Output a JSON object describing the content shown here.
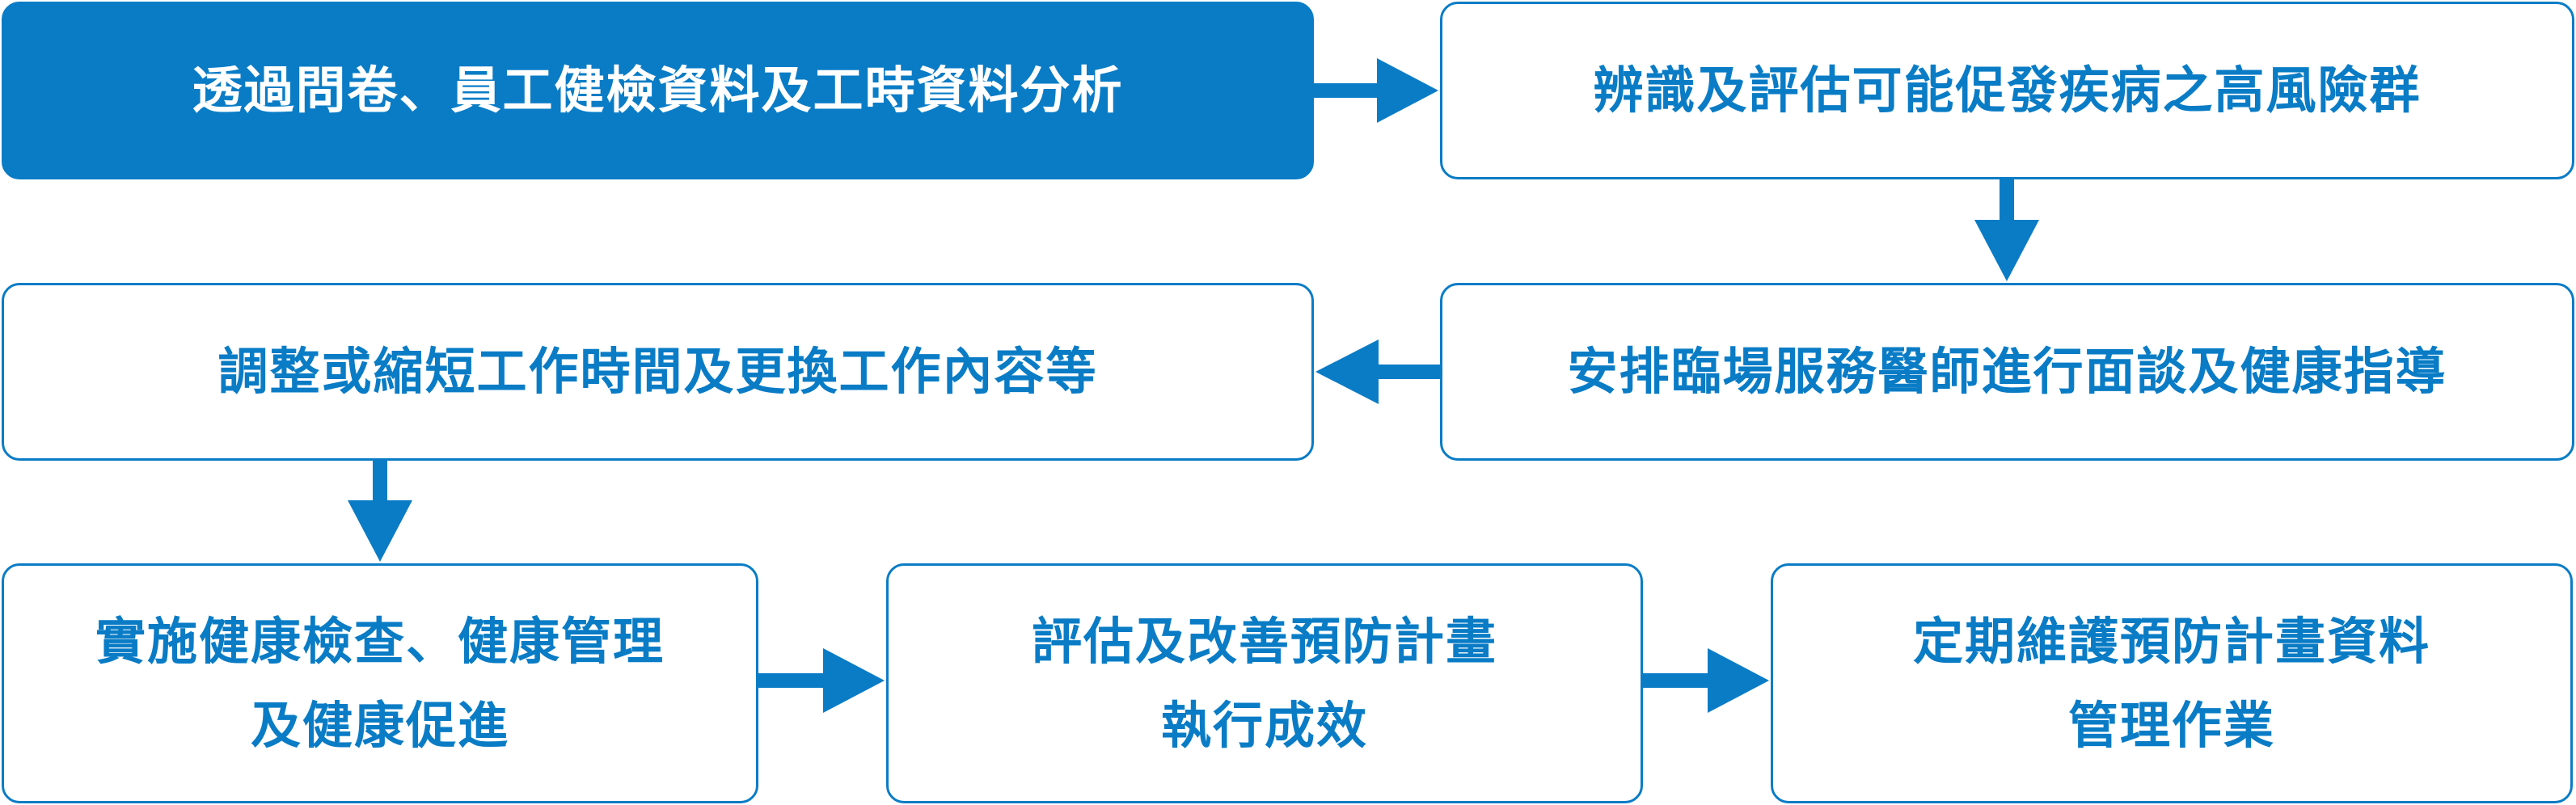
{
  "steps": {
    "s1": {
      "line1": "透過問卷、員工健檢資料及工時資料分析"
    },
    "s2": {
      "line1": "辨識及評估可能促發疾病之高風險群"
    },
    "s3": {
      "line1": "安排臨場服務醫師進行面談及健康指導"
    },
    "s4": {
      "line1": "調整或縮短工作時間及更換工作內容等"
    },
    "s5": {
      "line1": "實施健康檢查、健康管理",
      "line2": "及健康促進"
    },
    "s6": {
      "line1": "評估及改善預防計畫",
      "line2": "執行成效"
    },
    "s7": {
      "line1": "定期維護預防計畫資料",
      "line2": "管理作業"
    }
  },
  "colors": {
    "accent": "#0a7cc6",
    "filled_text": "#ffffff",
    "background": "#ffffff"
  }
}
